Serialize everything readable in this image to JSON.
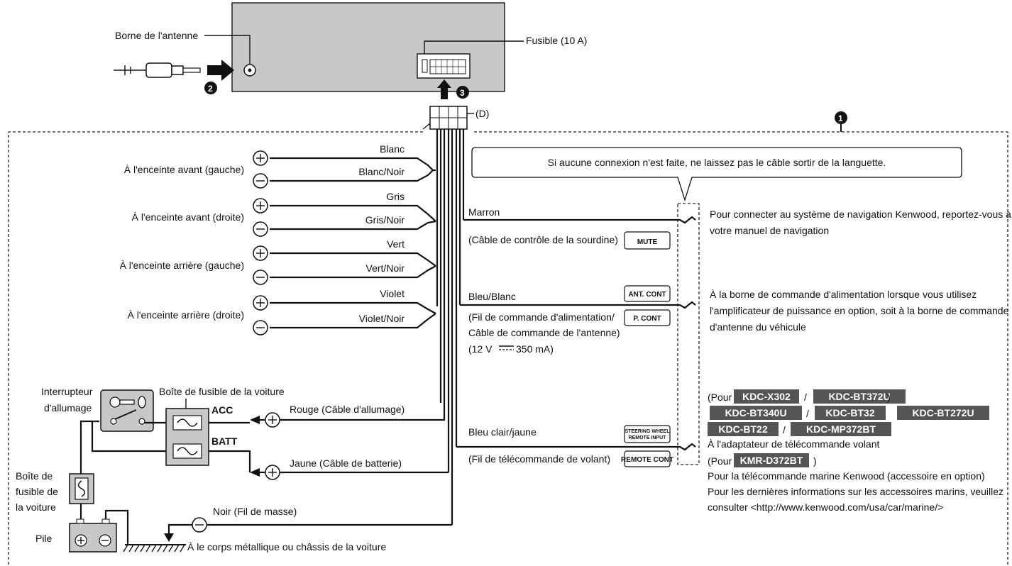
{
  "head_unit": {
    "antenna_terminal": "Borne de l'antenne",
    "fuse": "Fusible (10 A)",
    "connector_d": "(D)"
  },
  "steps": {
    "one": "1",
    "two": "2",
    "three": "3"
  },
  "note": "Si aucune connexion n'est faite, ne laissez pas le câble sortir de la languette.",
  "speakers": [
    {
      "label": "À l'enceinte avant (gauche)",
      "plus": "Blanc",
      "minus": "Blanc/Noir"
    },
    {
      "label": "À l'enceinte avant (droite)",
      "plus": "Gris",
      "minus": "Gris/Noir"
    },
    {
      "label": "À l'enceinte arrière (gauche)",
      "plus": "Vert",
      "minus": "Vert/Noir"
    },
    {
      "label": "À l'enceinte arrière (droite)",
      "plus": "Violet",
      "minus": "Violet/Noir"
    }
  ],
  "signs": {
    "plus": "+",
    "minus": "−"
  },
  "mute": {
    "wire": "Marron",
    "desc": "(Câble de contrôle de la sourdine)",
    "tag": "MUTE",
    "info": [
      "Pour connecter au système de navigation Kenwood, reportez-vous à",
      "votre manuel de navigation"
    ]
  },
  "pcont": {
    "wire": "Bleu/Blanc",
    "desc": [
      "(Fil de commande d'alimentation/",
      "Câble de commande de l'antenne)",
      "(12 V",
      "350 mA)"
    ],
    "tags": [
      "ANT. CONT",
      "P. CONT"
    ],
    "info": [
      "À la borne de commande d'alimentation lorsque vous utilisez",
      "l'amplificateur de puissance en option, soit à la borne de commande",
      "d'antenne du véhicule"
    ]
  },
  "remote": {
    "wire": "Bleu clair/jaune",
    "desc": "(Fil de télécommande de volant)",
    "tags": [
      "STEERING WHEEL",
      "REMOTE INPUT",
      "REMOTE CONT"
    ],
    "pour": "(Pour",
    "models": [
      "KDC-X302",
      "KDC-BT372U",
      "KDC-BT340U",
      "KDC-BT32",
      "KDC-BT272U",
      "KDC-BT22",
      "KDC-MP372BT"
    ],
    "sep": "/",
    "close": ")",
    "adapter": "À l'adaptateur de télécommande volant",
    "model2": "KMR-D372BT",
    "marine": "Pour la télécommande marine Kenwood (accessoire en option)",
    "latest": [
      "Pour les dernières informations sur les accessoires marins, veuillez",
      "consulter <http://www.kenwood.com/usa/car/marine/>"
    ]
  },
  "power": {
    "ignition_switch": [
      "Interrupteur",
      "d'allumage"
    ],
    "fuse_box": "Boîte de fusible de la voiture",
    "acc": "ACC",
    "batt": "BATT",
    "red": "Rouge (Câble d'allumage)",
    "yellow": "Jaune (Câble de batterie)",
    "fuse_box2": [
      "Boîte de",
      "fusible de",
      "la voiture"
    ],
    "battery": "Pile",
    "ground": "Noir (Fil de masse)",
    "chassis": "À le corps métallique ou châssis de la voiture"
  }
}
